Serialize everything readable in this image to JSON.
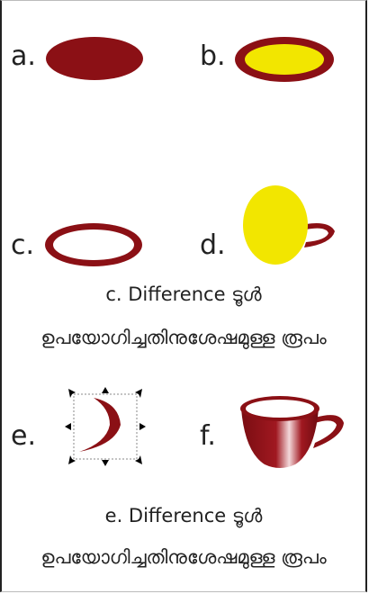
{
  "labels": {
    "a": "a.",
    "b": "b.",
    "c": "c.",
    "d": "d.",
    "e": "e.",
    "f": "f."
  },
  "captions": {
    "c_line1": "c. Difference ടൂൾ",
    "c_line2": "ഉപയോഗിച്ചതിനുശേഷമുള്ള രൂപം",
    "e_line1": "e. Difference ടൂൾ",
    "e_line2": "ഉപയോഗിച്ചതിനുശേഷമുള്ള രൂപം"
  },
  "colors": {
    "dark_red": "#8b1015",
    "yellow": "#f2e600",
    "outline": "#000000"
  }
}
